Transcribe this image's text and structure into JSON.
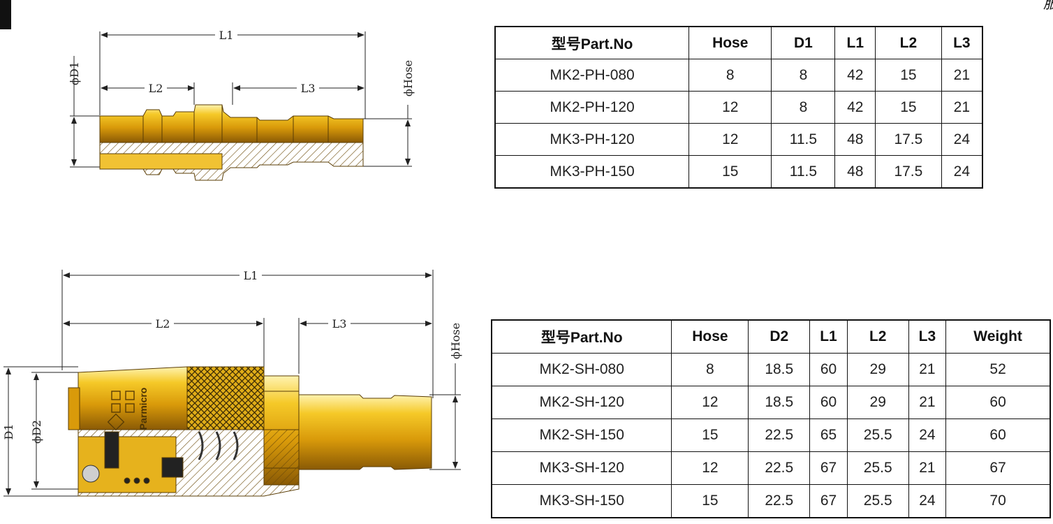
{
  "corner_text": "服",
  "plug_drawing": {
    "dim_l1": "L1",
    "dim_l2": "L2",
    "dim_l3": "L3",
    "dim_d1": "ϕD1",
    "dim_hose": "ϕHose"
  },
  "socket_drawing": {
    "dim_l1": "L1",
    "dim_l2": "L2",
    "dim_l3": "L3",
    "dim_d1": "D1",
    "dim_d2": "ϕD2",
    "dim_hose": "ϕHose",
    "brand": "Parmicro"
  },
  "plug_table": {
    "headers": [
      "型号Part.No",
      "Hose",
      "D1",
      "L1",
      "L2",
      "L3"
    ],
    "rows": [
      [
        "MK2-PH-080",
        "8",
        "8",
        "42",
        "15",
        "21"
      ],
      [
        "MK2-PH-120",
        "12",
        "8",
        "42",
        "15",
        "21"
      ],
      [
        "MK3-PH-120",
        "12",
        "11.5",
        "48",
        "17.5",
        "24"
      ],
      [
        "MK3-PH-150",
        "15",
        "11.5",
        "48",
        "17.5",
        "24"
      ]
    ]
  },
  "socket_table": {
    "headers": [
      "型号Part.No",
      "Hose",
      "D2",
      "L1",
      "L2",
      "L3",
      "Weight"
    ],
    "rows": [
      [
        "MK2-SH-080",
        "8",
        "18.5",
        "60",
        "29",
        "21",
        "52"
      ],
      [
        "MK2-SH-120",
        "12",
        "18.5",
        "60",
        "29",
        "21",
        "60"
      ],
      [
        "MK2-SH-150",
        "15",
        "22.5",
        "65",
        "25.5",
        "24",
        "60"
      ],
      [
        "MK3-SH-120",
        "12",
        "22.5",
        "67",
        "25.5",
        "21",
        "67"
      ],
      [
        "MK3-SH-150",
        "15",
        "22.5",
        "67",
        "25.5",
        "24",
        "70"
      ]
    ]
  }
}
